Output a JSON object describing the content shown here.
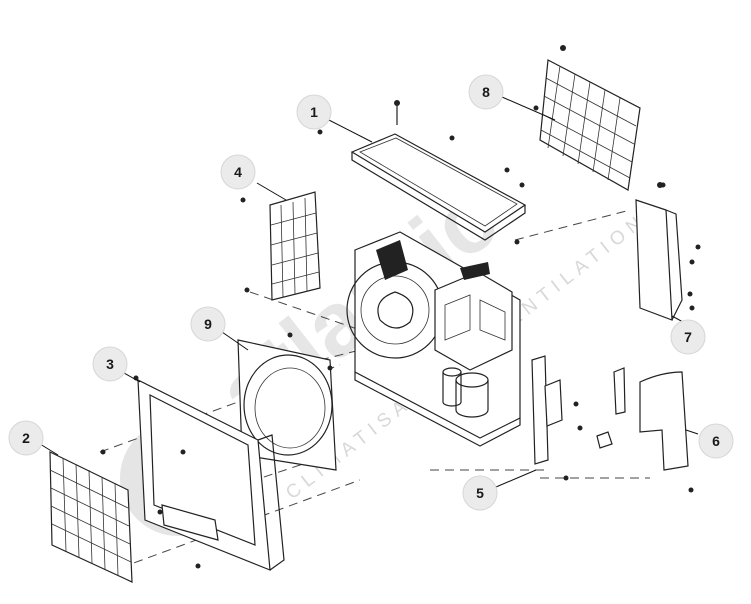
{
  "callouts": [
    {
      "number": "1"
    },
    {
      "number": "2"
    },
    {
      "number": "3"
    },
    {
      "number": "4"
    },
    {
      "number": "5"
    },
    {
      "number": "6"
    },
    {
      "number": "7"
    },
    {
      "number": "8"
    },
    {
      "number": "9"
    }
  ],
  "watermark": {
    "logo": "atlantic",
    "tagline": "CLIMATISATION & VENTILATION"
  }
}
